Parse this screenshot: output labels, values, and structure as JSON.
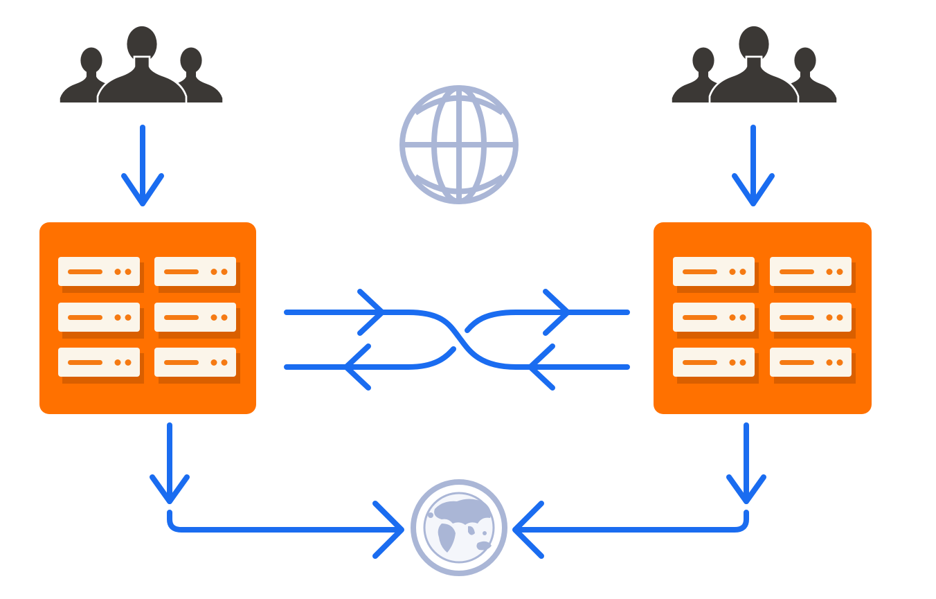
{
  "diagram": {
    "type": "network-replication",
    "nodes": [
      {
        "id": "users-left",
        "icon": "user-group-icon"
      },
      {
        "id": "users-right",
        "icon": "user-group-icon"
      },
      {
        "id": "server-cluster-left",
        "icon": "server-rack-icon",
        "units": 6
      },
      {
        "id": "server-cluster-right",
        "icon": "server-rack-icon",
        "units": 6
      },
      {
        "id": "internet",
        "icon": "globe-wireframe-icon"
      },
      {
        "id": "world-destination",
        "icon": "world-map-globe-icon"
      }
    ],
    "edges": [
      {
        "from": "users-left",
        "to": "server-cluster-left"
      },
      {
        "from": "users-right",
        "to": "server-cluster-right"
      },
      {
        "from": "server-cluster-left",
        "to": "server-cluster-right",
        "style": "crossing"
      },
      {
        "from": "server-cluster-right",
        "to": "server-cluster-left",
        "style": "crossing"
      },
      {
        "from": "server-cluster-left",
        "to": "world-destination"
      },
      {
        "from": "server-cluster-right",
        "to": "world-destination"
      }
    ]
  },
  "colors": {
    "arrow": "#1a6cf0",
    "server_body": "#ff7100",
    "server_shadow": "#d95f00",
    "server_unit": "#fbf5ea",
    "people": "#3b3835",
    "globe": "#aab6d6"
  }
}
